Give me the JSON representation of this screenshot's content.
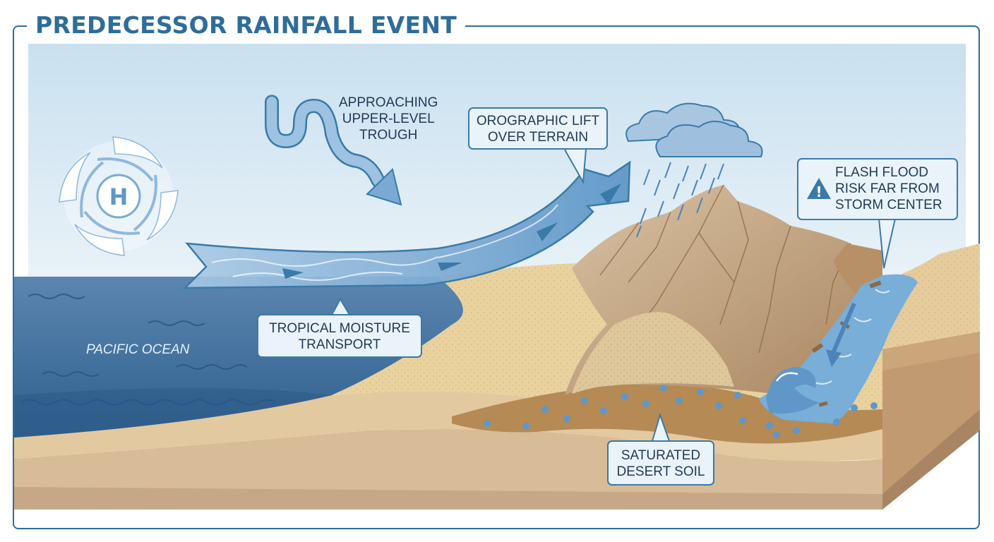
{
  "title": "PREDECESSOR RAINFALL EVENT",
  "labels": {
    "trough": [
      "APPROACHING",
      "UPPER-LEVEL",
      "TROUGH"
    ],
    "orographic": [
      "OROGRAPHIC LIFT",
      "OVER TERRAIN"
    ],
    "flash_flood": [
      "FLASH FLOOD",
      "RISK FAR FROM",
      "STORM CENTER"
    ],
    "moisture": [
      "TROPICAL MOISTURE",
      "TRANSPORT"
    ],
    "soil": [
      "SATURATED",
      "DESERT SOIL"
    ],
    "ocean": "PACIFIC OCEAN",
    "pressure_symbol": "H",
    "warning_symbol": "!"
  },
  "colors": {
    "frame": "#2e6d9a",
    "ocean": "#3f6f9c",
    "sky": "#d5e7f3",
    "sand": "#e8cf9a",
    "mountain": "#c9ab88",
    "water": "#7fb0d8"
  },
  "icons": {
    "hurricane": "hurricane-icon",
    "warning": "warning-triangle-icon",
    "cloud": "rain-cloud-icon"
  }
}
